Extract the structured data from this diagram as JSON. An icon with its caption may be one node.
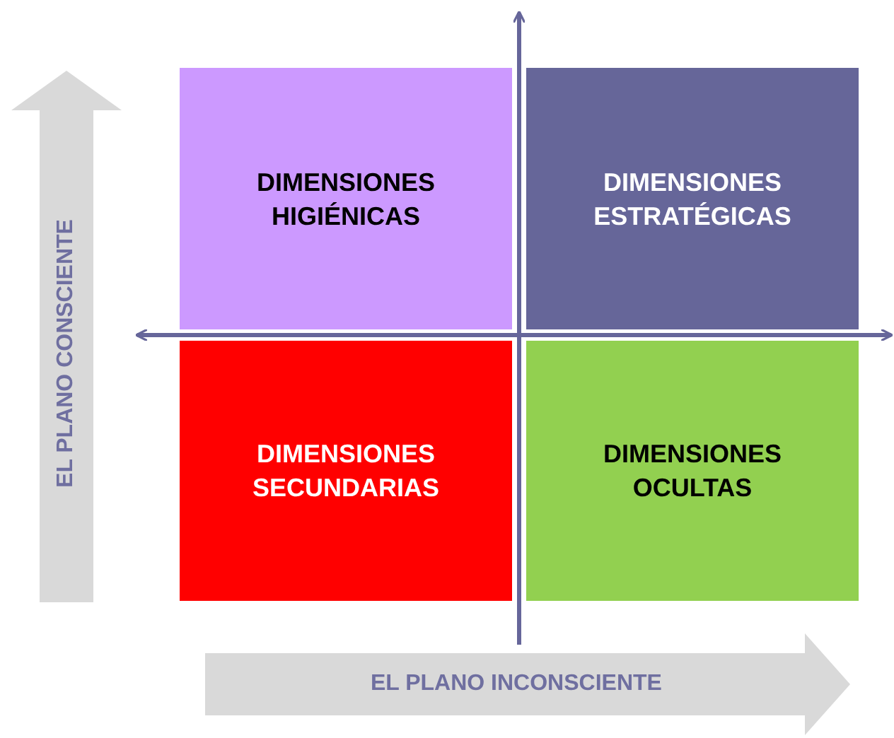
{
  "diagram": {
    "nodes": [
      {
        "text": [
          "EL PLANO CONSCIENTE"
        ]
      },
      {
        "text": [
          "DIMENSIONES HIGIÉNICAS"
        ]
      },
      {
        "text": [
          "DIMENSIONES ESTRATÉGICAS"
        ]
      },
      {
        "text": [
          "DIMENSIONES SECUNDARIAS"
        ]
      },
      {
        "text": [
          "DIMENSIONES OCULTAS"
        ]
      },
      {
        "text": [
          "EL PLANO INCONSCIENTE"
        ]
      }
    ],
    "edges": []
  }
}
